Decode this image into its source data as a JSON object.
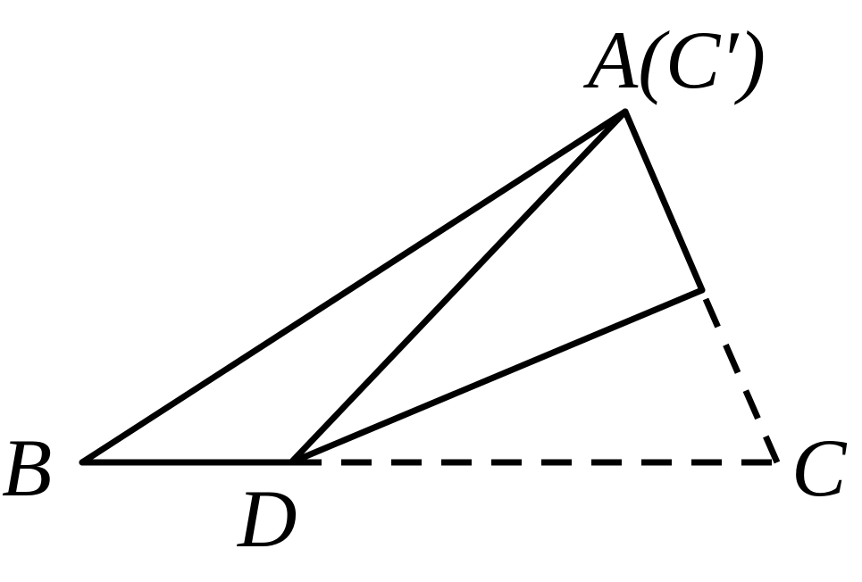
{
  "diagram": {
    "labels": {
      "a": "A(C′)",
      "b": "B",
      "c": "C",
      "d": "D"
    }
  }
}
